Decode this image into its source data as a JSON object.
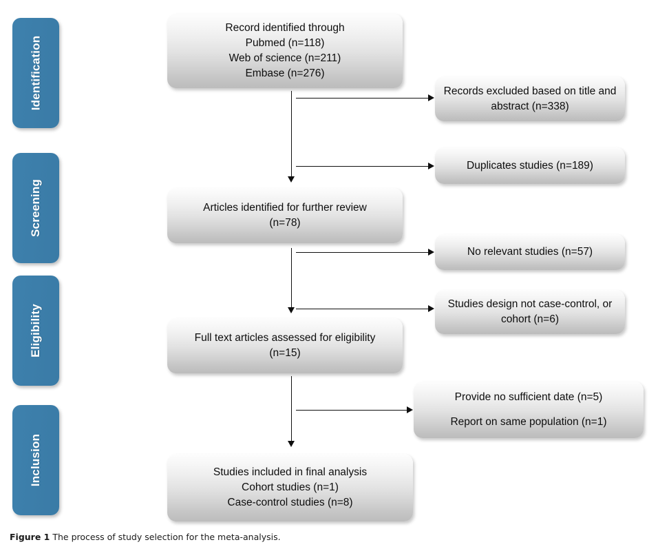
{
  "figure": {
    "caption_label": "Figure 1",
    "caption_text": " The process of study selection for the meta-analysis."
  },
  "colors": {
    "stage_blue": "#3c7eaa",
    "box_gradient_top": "#fdfdfd",
    "box_gradient_bottom": "#bcbcbc",
    "connector": "#0f0f0f",
    "stage_text": "#ffffff",
    "box_text": "#0d0d0d",
    "background": "#ffffff"
  },
  "stages": [
    {
      "id": "identification",
      "label": "Identification"
    },
    {
      "id": "screening",
      "label": "Screening"
    },
    {
      "id": "eligibility",
      "label": "Eligibility"
    },
    {
      "id": "inclusion",
      "label": "Inclusion"
    }
  ],
  "main_boxes": [
    {
      "id": "records-identified",
      "text": "Record identified through\nPubmed (n=118)\nWeb of science (n=211)\nEmbase (n=276)"
    },
    {
      "id": "articles-further-review",
      "text": "Articles identified for further review\n(n=78)"
    },
    {
      "id": "full-text-assessed",
      "text": "Full text articles assessed for eligibility\n(n=15)"
    },
    {
      "id": "studies-included",
      "text": "Studies included in final analysis\nCohort studies (n=1)\nCase-control studies (n=8)"
    }
  ],
  "exclusion_boxes": [
    {
      "id": "records-excluded-title-abstract",
      "text": "Records excluded based on title and\nabstract (n=338)"
    },
    {
      "id": "duplicate-studies",
      "text": "Duplicates studies (n=189)"
    },
    {
      "id": "no-relevant-studies",
      "text": "No relevant studies (n=57)"
    },
    {
      "id": "studies-design-not-eligible",
      "text": "Studies design not case-control, or\ncohort (n=6)"
    },
    {
      "id": "insufficient-data-same-population",
      "text": "Provide no sufficient date (n=5)\nReport on same population (n=1)"
    }
  ],
  "chart_data": {
    "type": "diagram",
    "title": "PRISMA study selection flow",
    "nodes": [
      {
        "id": "records-identified",
        "stage": "Identification",
        "role": "included",
        "lines": [
          "Record identified through",
          "Pubmed (n=118)",
          "Web of science (n=211)",
          "Embase (n=276)"
        ],
        "counts": {
          "Pubmed": 118,
          "Web of science": 211,
          "Embase": 276
        }
      },
      {
        "id": "records-excluded-title-abstract",
        "stage": "Identification",
        "role": "excluded",
        "lines": [
          "Records excluded based on title and",
          "abstract (n=338)"
        ],
        "counts": {
          "n": 338
        }
      },
      {
        "id": "duplicate-studies",
        "stage": "Screening",
        "role": "excluded",
        "lines": [
          "Duplicates studies (n=189)"
        ],
        "counts": {
          "n": 189
        }
      },
      {
        "id": "articles-further-review",
        "stage": "Screening",
        "role": "included",
        "lines": [
          "Articles identified for further review",
          "(n=78)"
        ],
        "counts": {
          "n": 78
        }
      },
      {
        "id": "no-relevant-studies",
        "stage": "Screening",
        "role": "excluded",
        "lines": [
          "No relevant studies (n=57)"
        ],
        "counts": {
          "n": 57
        }
      },
      {
        "id": "studies-design-not-eligible",
        "stage": "Eligibility",
        "role": "excluded",
        "lines": [
          "Studies design not case-control, or",
          "cohort (n=6)"
        ],
        "counts": {
          "n": 6
        }
      },
      {
        "id": "full-text-assessed",
        "stage": "Eligibility",
        "role": "included",
        "lines": [
          "Full text articles assessed for eligibility",
          "(n=15)"
        ],
        "counts": {
          "n": 15
        }
      },
      {
        "id": "insufficient-data-same-population",
        "stage": "Eligibility",
        "role": "excluded",
        "lines": [
          "Provide no sufficient date (n=5)",
          "Report on same population (n=1)"
        ],
        "counts": {
          "Provide no sufficient date": 5,
          "Report on same population": 1
        }
      },
      {
        "id": "studies-included",
        "stage": "Inclusion",
        "role": "included",
        "lines": [
          "Studies included in final analysis",
          "Cohort studies (n=1)",
          "Case-control studies (n=8)"
        ],
        "counts": {
          "Cohort studies": 1,
          "Case-control studies": 8
        }
      }
    ],
    "edges": [
      {
        "from": "records-identified",
        "to": "articles-further-review",
        "type": "down"
      },
      {
        "from": "records-identified",
        "to": "records-excluded-title-abstract",
        "type": "right"
      },
      {
        "from": "records-identified",
        "to": "duplicate-studies",
        "type": "right"
      },
      {
        "from": "articles-further-review",
        "to": "full-text-assessed",
        "type": "down"
      },
      {
        "from": "articles-further-review",
        "to": "no-relevant-studies",
        "type": "right"
      },
      {
        "from": "articles-further-review",
        "to": "studies-design-not-eligible",
        "type": "right"
      },
      {
        "from": "full-text-assessed",
        "to": "studies-included",
        "type": "down"
      },
      {
        "from": "full-text-assessed",
        "to": "insufficient-data-same-population",
        "type": "right"
      }
    ]
  }
}
